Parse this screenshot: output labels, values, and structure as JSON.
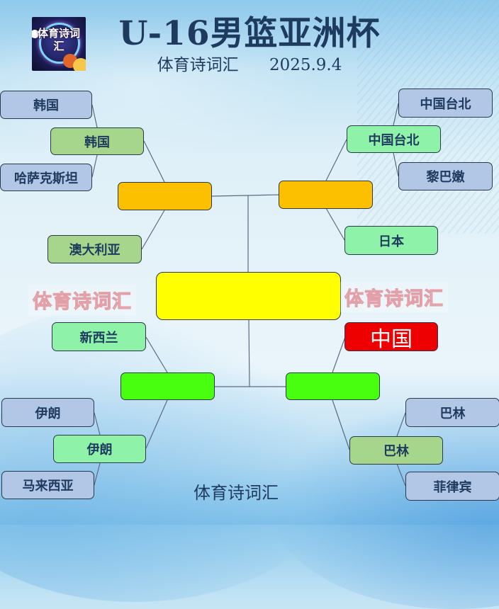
{
  "header": {
    "title": "U-16男篮亚洲杯",
    "brand": "体育诗词汇",
    "date": "2025.9.4",
    "logo_text": "体育诗词汇"
  },
  "bracket": {
    "top_left": {
      "round1": [
        "韩国",
        "哈萨克斯坦"
      ],
      "round1_winner": "韩国",
      "seed": "澳大利亚",
      "semifinal_slot": ""
    },
    "top_right": {
      "round1": [
        "中国台北",
        "黎巴嫩"
      ],
      "round1_winner": "中国台北",
      "seed": "日本",
      "semifinal_slot": ""
    },
    "bottom_left": {
      "round1": [
        "伊朗",
        "马来西亚"
      ],
      "round1_winner": "伊朗",
      "seed": "新西兰",
      "semifinal_slot": ""
    },
    "bottom_right": {
      "round1": [
        "巴林",
        "菲律宾"
      ],
      "round1_winner": "巴林",
      "seed": "中国",
      "semifinal_slot": ""
    },
    "final_slot": ""
  },
  "watermarks": [
    "体育诗词汇",
    "体育诗词汇"
  ],
  "footer": "体育诗词汇",
  "colors": {
    "round1": "#b2c6e6",
    "round1_winner_olive": "#a6d58c",
    "round1_winner_mint": "#8ef3a8",
    "top_semifinal": "#fdc000",
    "bottom_semifinal": "#49ff10",
    "final": "#ffff00",
    "highlight_team": "#ee0000",
    "title_text": "#1f3a5f"
  }
}
